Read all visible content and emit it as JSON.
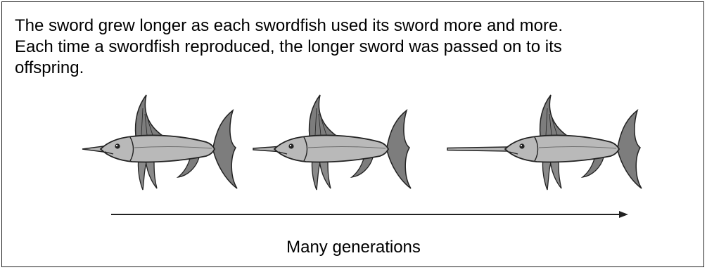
{
  "caption": {
    "lines": [
      "The sword grew longer as each swordfish used its sword more and more.",
      "Each time a swordfish reproduced, the longer sword was passed on to its",
      "offspring."
    ]
  },
  "diagram": {
    "fish": [
      {
        "name": "swordfish-short-sword",
        "sword": "short"
      },
      {
        "name": "swordfish-medium-sword",
        "sword": "medium"
      },
      {
        "name": "swordfish-long-sword",
        "sword": "long"
      }
    ],
    "arrow_label": "Many generations"
  },
  "colors": {
    "fish_body": "#b9b9b9",
    "fish_fin": "#7d7d7d",
    "outline": "#222222",
    "text": "#000000"
  }
}
